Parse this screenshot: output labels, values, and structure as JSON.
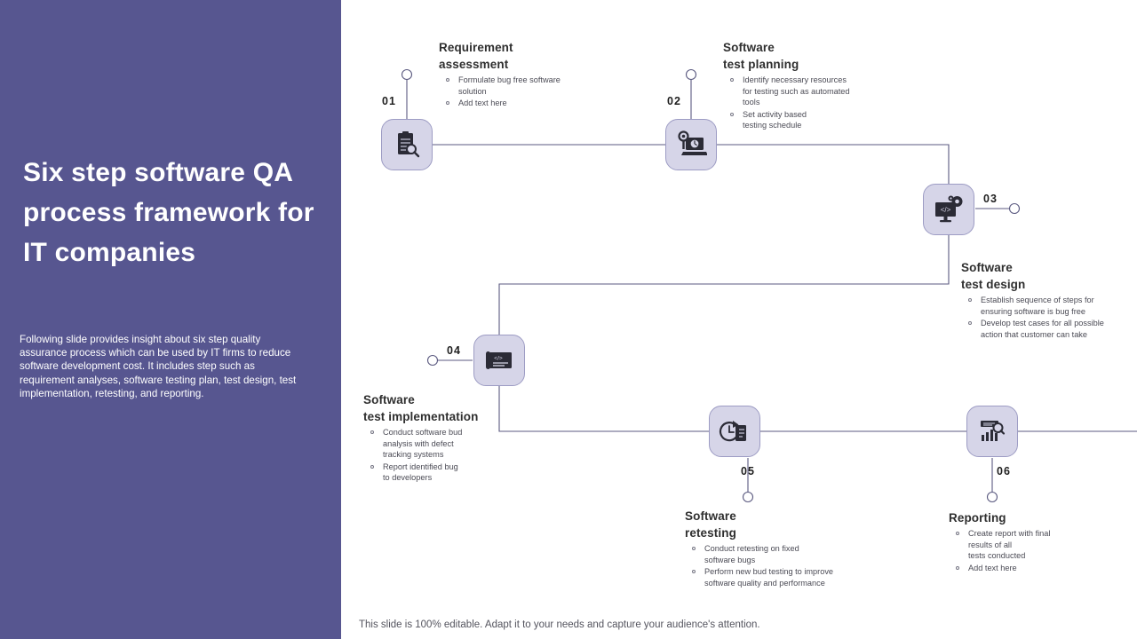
{
  "theme": {
    "panel_bg": "#575690",
    "node_fill": "#d6d5e8",
    "node_border": "#9d9cc4",
    "line_color": "#5b5a80",
    "title_color": "#ffffff",
    "body_color": "#4b4b55"
  },
  "left_panel": {
    "title": "Six step software QA process framework for IT companies",
    "description": "Following slide provides insight about six step quality assurance process which can be used by IT firms to reduce software development cost. It includes step such as requirement analyses, software testing plan, test design, test implementation, retesting, and reporting."
  },
  "footer": {
    "note": "This slide is 100% editable. Adapt it to your needs and capture your audience's attention."
  },
  "steps": [
    {
      "number": "01",
      "icon": "clipboard-magnifier-icon",
      "title": "Requirement\nassessment",
      "bullets": [
        "Formulate  bug  free software\nsolution",
        "Add text here"
      ]
    },
    {
      "number": "02",
      "icon": "laptop-clock-search-icon",
      "title": "Software\ntest planning",
      "bullets": [
        "Identify necessary resources\nfor testing such as automated\ntools",
        "Set activity based\ntesting schedule"
      ]
    },
    {
      "number": "03",
      "icon": "monitor-code-gear-icon",
      "title": "Software\ntest design",
      "bullets": [
        "Establish sequence of steps for\nensuring software is bug free",
        "Develop test cases for all possible\naction that customer can take"
      ]
    },
    {
      "number": "04",
      "icon": "blueprint-code-icon",
      "title": "Software\ntest implementation",
      "bullets": [
        "Conduct software bud\nanalysis with defect\ntracking systems",
        "Report identified bug\nto developers"
      ]
    },
    {
      "number": "05",
      "icon": "clock-checklist-icon",
      "title": "Software\nretesting",
      "bullets": [
        "Conduct retesting on  fixed\nsoftware bugs",
        "Perform new bud testing to improve\nsoftware quality and performance"
      ]
    },
    {
      "number": "06",
      "icon": "bar-chart-report-icon",
      "title": "Reporting",
      "bullets": [
        "Create report with final\nresults of all\ntests conducted",
        "Add text here"
      ]
    }
  ]
}
